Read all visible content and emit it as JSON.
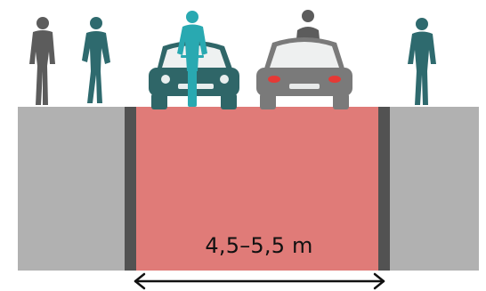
{
  "diagram": {
    "width_label": "4,5–5,5 m",
    "colors": {
      "sidewalk": "#b1b1b1",
      "curb": "#525252",
      "roadway": "#e07b78",
      "pedestrian_left": "#5c5c5c",
      "pedestrian_teal": "#2e6a6e",
      "car_dark": "#2f6668",
      "cyclist": "#29a9b1",
      "car_gray": "#7a7a7a",
      "tail_light": "#e53935",
      "dimension_arrow": "#111111"
    },
    "figures": [
      {
        "name": "pedestrian",
        "icon": "person-icon"
      },
      {
        "name": "pedestrian",
        "icon": "person-icon"
      },
      {
        "name": "car",
        "icon": "car-icon"
      },
      {
        "name": "cyclist",
        "icon": "bicycle-icon"
      },
      {
        "name": "car",
        "icon": "car-icon"
      },
      {
        "name": "pedestrian",
        "icon": "person-icon"
      }
    ]
  }
}
